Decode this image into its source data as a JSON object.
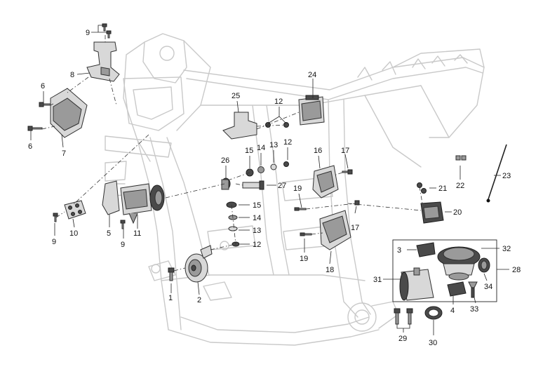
{
  "callouts": [
    {
      "id": "c1",
      "text": "1"
    },
    {
      "id": "c2",
      "text": "2"
    },
    {
      "id": "c3",
      "text": "3"
    },
    {
      "id": "c4",
      "text": "4"
    },
    {
      "id": "c5",
      "text": "5"
    },
    {
      "id": "c6a",
      "text": "6"
    },
    {
      "id": "c6b",
      "text": "6"
    },
    {
      "id": "c7",
      "text": "7"
    },
    {
      "id": "c8",
      "text": "8"
    },
    {
      "id": "c9a",
      "text": "9"
    },
    {
      "id": "c9b",
      "text": "9"
    },
    {
      "id": "c9c",
      "text": "9"
    },
    {
      "id": "c10",
      "text": "10"
    },
    {
      "id": "c11",
      "text": "11"
    },
    {
      "id": "c12a",
      "text": "12"
    },
    {
      "id": "c12b",
      "text": "12"
    },
    {
      "id": "c12c",
      "text": "12"
    },
    {
      "id": "c13a",
      "text": "13"
    },
    {
      "id": "c13b",
      "text": "13"
    },
    {
      "id": "c14a",
      "text": "14"
    },
    {
      "id": "c14b",
      "text": "14"
    },
    {
      "id": "c15a",
      "text": "15"
    },
    {
      "id": "c15b",
      "text": "15"
    },
    {
      "id": "c16",
      "text": "16"
    },
    {
      "id": "c17a",
      "text": "17"
    },
    {
      "id": "c17b",
      "text": "17"
    },
    {
      "id": "c18",
      "text": "18"
    },
    {
      "id": "c19a",
      "text": "19"
    },
    {
      "id": "c19b",
      "text": "19"
    },
    {
      "id": "c20",
      "text": "20"
    },
    {
      "id": "c21",
      "text": "21"
    },
    {
      "id": "c22",
      "text": "22"
    },
    {
      "id": "c23",
      "text": "23"
    },
    {
      "id": "c24",
      "text": "24"
    },
    {
      "id": "c25",
      "text": "25"
    },
    {
      "id": "c26",
      "text": "26"
    },
    {
      "id": "c27",
      "text": "27"
    },
    {
      "id": "c28",
      "text": "28"
    },
    {
      "id": "c29",
      "text": "29"
    },
    {
      "id": "c30",
      "text": "30"
    },
    {
      "id": "c31",
      "text": "31"
    },
    {
      "id": "c32",
      "text": "32"
    },
    {
      "id": "c33",
      "text": "33"
    },
    {
      "id": "c34",
      "text": "34"
    }
  ]
}
